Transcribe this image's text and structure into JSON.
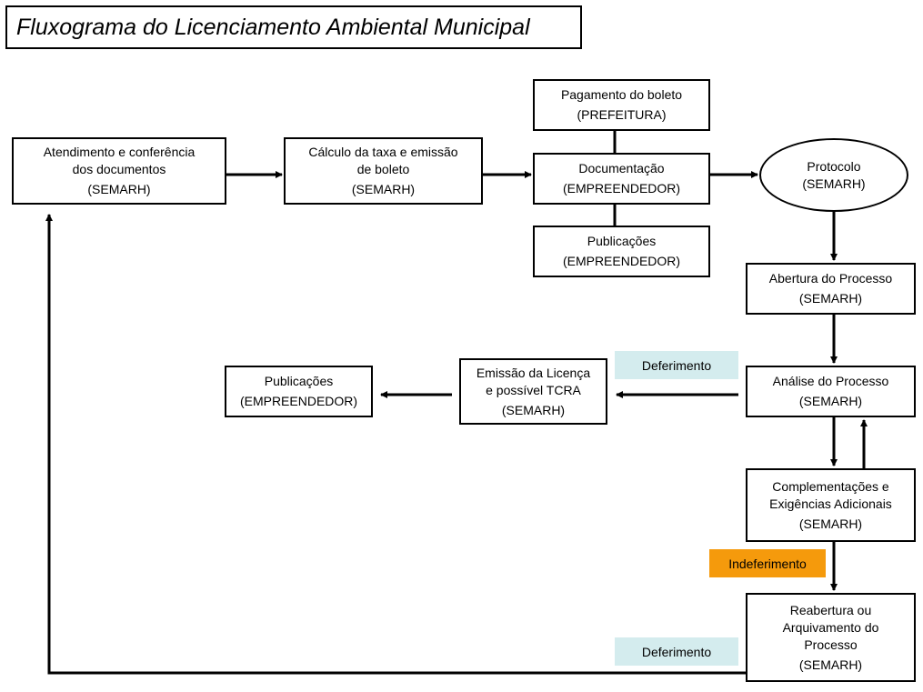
{
  "title": "Fluxograma do Licenciamento Ambiental Municipal",
  "nodes": {
    "atendimento": {
      "line1": "Atendimento e conferência",
      "line2": "dos documentos",
      "org": "(SEMARH)"
    },
    "calculo": {
      "line1": "Cálculo da taxa e emissão",
      "line2": "de boleto",
      "org": "(SEMARH)"
    },
    "pagamento": {
      "line1": "Pagamento do boleto",
      "org": "(PREFEITURA)"
    },
    "documentacao": {
      "line1": "Documentação",
      "org": "(EMPREENDEDOR)"
    },
    "publicacoes_top": {
      "line1": "Publicações",
      "org": "(EMPREENDEDOR)"
    },
    "protocolo": {
      "line1": "Protocolo",
      "org": "(SEMARH)"
    },
    "abertura": {
      "line1": "Abertura do Processo",
      "org": "(SEMARH)"
    },
    "analise": {
      "line1": "Análise do Processo",
      "org": "(SEMARH)"
    },
    "emissao": {
      "line1": "Emissão da Licença",
      "line2": "e possível TCRA",
      "org": "(SEMARH)"
    },
    "publicacoes_left": {
      "line1": "Publicações",
      "org": "(EMPREENDEDOR)"
    },
    "complementacoes": {
      "line1": "Complementações e",
      "line2": "Exigências Adicionais",
      "org": "(SEMARH)"
    },
    "reabertura": {
      "line1": "Reabertura ou",
      "line2": "Arquivamento do",
      "line3": "Processo",
      "org": "(SEMARH)"
    }
  },
  "labels": {
    "deferimento_top": "Deferimento",
    "indeferimento": "Indeferimento",
    "deferimento_bottom": "Deferimento"
  },
  "colors": {
    "deferimento_bg": "#d4ecee",
    "indeferimento_bg": "#f59a0c"
  }
}
